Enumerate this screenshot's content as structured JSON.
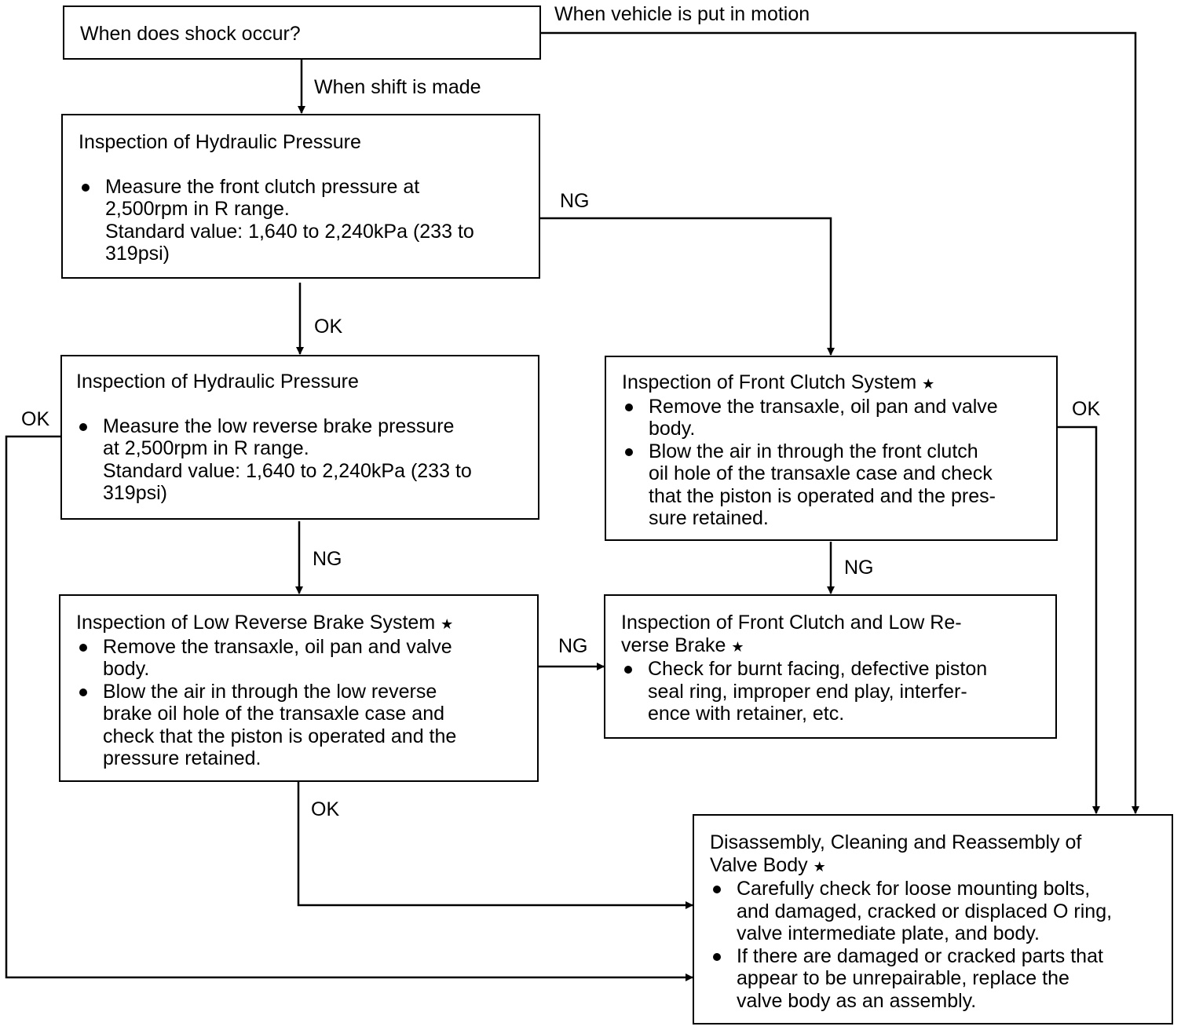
{
  "boxes": {
    "start": {
      "title": "When does shock occur?"
    },
    "hyd1": {
      "title": "Inspection of Hydraulic Pressure",
      "items": [
        [
          "Measure the front clutch pressure at",
          "2,500rpm in R range.",
          "Standard value: 1,640 to 2,240kPa (233 to",
          "319psi)"
        ]
      ]
    },
    "hyd2": {
      "title": "Inspection of Hydraulic Pressure",
      "items": [
        [
          "Measure the low reverse brake pressure",
          "at 2,500rpm in R range.",
          "Standard value: 1,640 to 2,240kPa (233 to",
          "319psi)"
        ]
      ]
    },
    "frontclutch": {
      "title": "Inspection of Front Clutch System",
      "star": "★",
      "items": [
        [
          "Remove the transaxle, oil pan and valve",
          "body."
        ],
        [
          "Blow the air in through the front clutch",
          "oil hole of the transaxle case and check",
          "that the piston is operated and the pres-",
          "sure retained."
        ]
      ]
    },
    "lowrev": {
      "title": "Inspection of Low Reverse Brake System",
      "star": "★",
      "items": [
        [
          "Remove the transaxle, oil pan and valve",
          "body."
        ],
        [
          "Blow the air in through the low reverse",
          "brake oil hole of the transaxle case and",
          "check that the piston is operated and the",
          "pressure retained."
        ]
      ]
    },
    "fclr": {
      "title_lines": [
        "Inspection of Front Clutch and Low Re-",
        "verse Brake"
      ],
      "star": "★",
      "items": [
        [
          "Check for burnt facing, defective piston",
          "seal ring, improper end play, interfer-",
          "ence with retainer, etc."
        ]
      ]
    },
    "valvebody": {
      "title_lines": [
        "Disassembly, Cleaning and Reassembly of",
        "Valve Body"
      ],
      "star": "★",
      "items": [
        [
          "Carefully check for loose mounting bolts,",
          "and damaged, cracked or displaced O ring,",
          "valve intermediate plate, and body."
        ],
        [
          "If there are damaged or cracked parts that",
          "appear to be unrepairable, replace the",
          "valve body as an assembly."
        ]
      ]
    }
  },
  "labels": {
    "motion": "When vehicle is put in motion",
    "shift": "When shift is made",
    "hyd1_ok": "OK",
    "hyd1_ng": "NG",
    "hyd2_ok": "OK",
    "hyd2_ng": "NG",
    "fc_ok": "OK",
    "fc_ng": "NG",
    "lr_ng": "NG",
    "lr_ok": "OK"
  }
}
